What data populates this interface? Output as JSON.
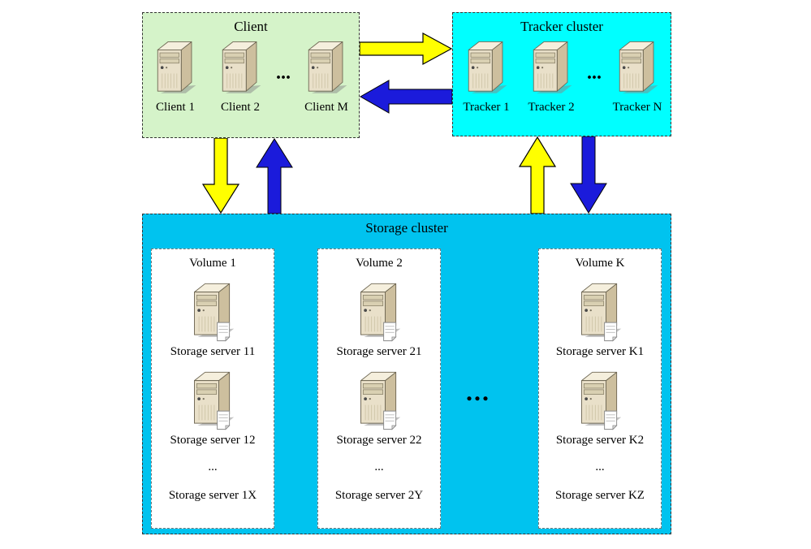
{
  "diagram": {
    "client": {
      "title": "Client",
      "ellipsis": "...",
      "items": [
        "Client 1",
        "Client 2",
        "Client M"
      ]
    },
    "tracker": {
      "title": "Tracker cluster",
      "ellipsis": "...",
      "items": [
        "Tracker 1",
        "Tracker 2",
        "Tracker N"
      ]
    },
    "storage": {
      "title": "Storage cluster",
      "ellipsis": "...",
      "volumes": [
        {
          "title": "Volume 1",
          "servers": [
            "Storage server 11",
            "Storage server 12"
          ],
          "ellipsis": "...",
          "more": "Storage server 1X"
        },
        {
          "title": "Volume 2",
          "servers": [
            "Storage server 21",
            "Storage server 22"
          ],
          "ellipsis": "...",
          "more": "Storage server 2Y"
        },
        {
          "title": "Volume K",
          "servers": [
            "Storage server K1",
            "Storage server K2"
          ],
          "ellipsis": "...",
          "more": "Storage server KZ"
        }
      ]
    },
    "colors": {
      "client_bg": "#d5f3c9",
      "tracker_bg": "#00ffff",
      "storage_bg": "#00c3ef",
      "volume_bg": "#ffffff",
      "arrow_yellow": "#ffff00",
      "arrow_blue": "#1b1bdb"
    }
  }
}
